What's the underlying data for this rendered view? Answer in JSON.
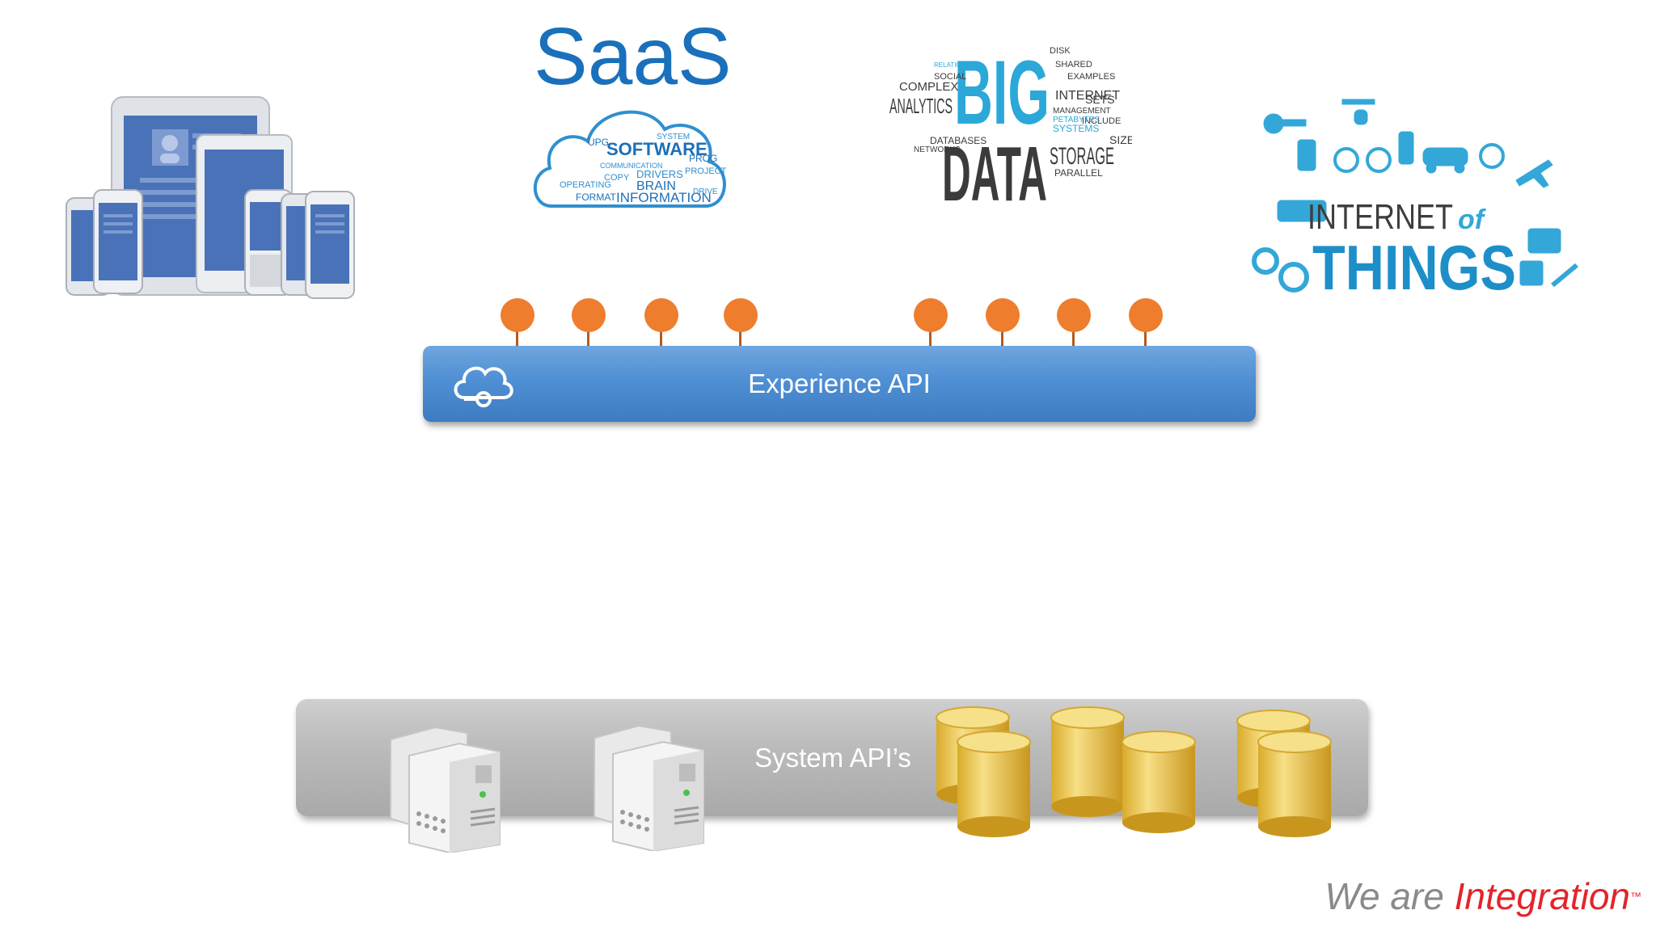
{
  "experience_api": {
    "label": "Experience API"
  },
  "system_api": {
    "label": "System API’s"
  },
  "saas": {
    "title": "SaaS",
    "cloud_words": [
      "SOFTWARE",
      "COMMUNICATION",
      "DRIVERS",
      "BRAIN",
      "INFORMATION",
      "OPERATING",
      "PROJECT",
      "FORMAT",
      "COPY",
      "UPG",
      "PROG",
      "DRIVE",
      "SYSTEM"
    ]
  },
  "big_data": {
    "big": "BIG",
    "data": "DATA",
    "words": [
      "ANALYTICS",
      "COMPLEX",
      "STORAGE",
      "INTERNET",
      "SETS",
      "SIZE",
      "PARALLEL",
      "MANAGEMENT",
      "SYSTEMS",
      "DATABASES",
      "NETWORKS",
      "INCLUDE",
      "PETABYTES",
      "EXAMPLES",
      "SHARED",
      "SOCIAL",
      "DISK",
      "RELATIONAL"
    ]
  },
  "iot": {
    "line1": "INTERNET",
    "of": "of",
    "line2": "THINGS"
  },
  "tagline": {
    "part1": "We are ",
    "part2": "Integration",
    "tm": "™"
  },
  "colors": {
    "experience_bar": "#4f8fd3",
    "system_bar": "#b5b5b5",
    "pin": "#ee7d2e",
    "saas": "#1a70bb",
    "brand_red": "#e3242b",
    "database": "#e8c65a"
  }
}
